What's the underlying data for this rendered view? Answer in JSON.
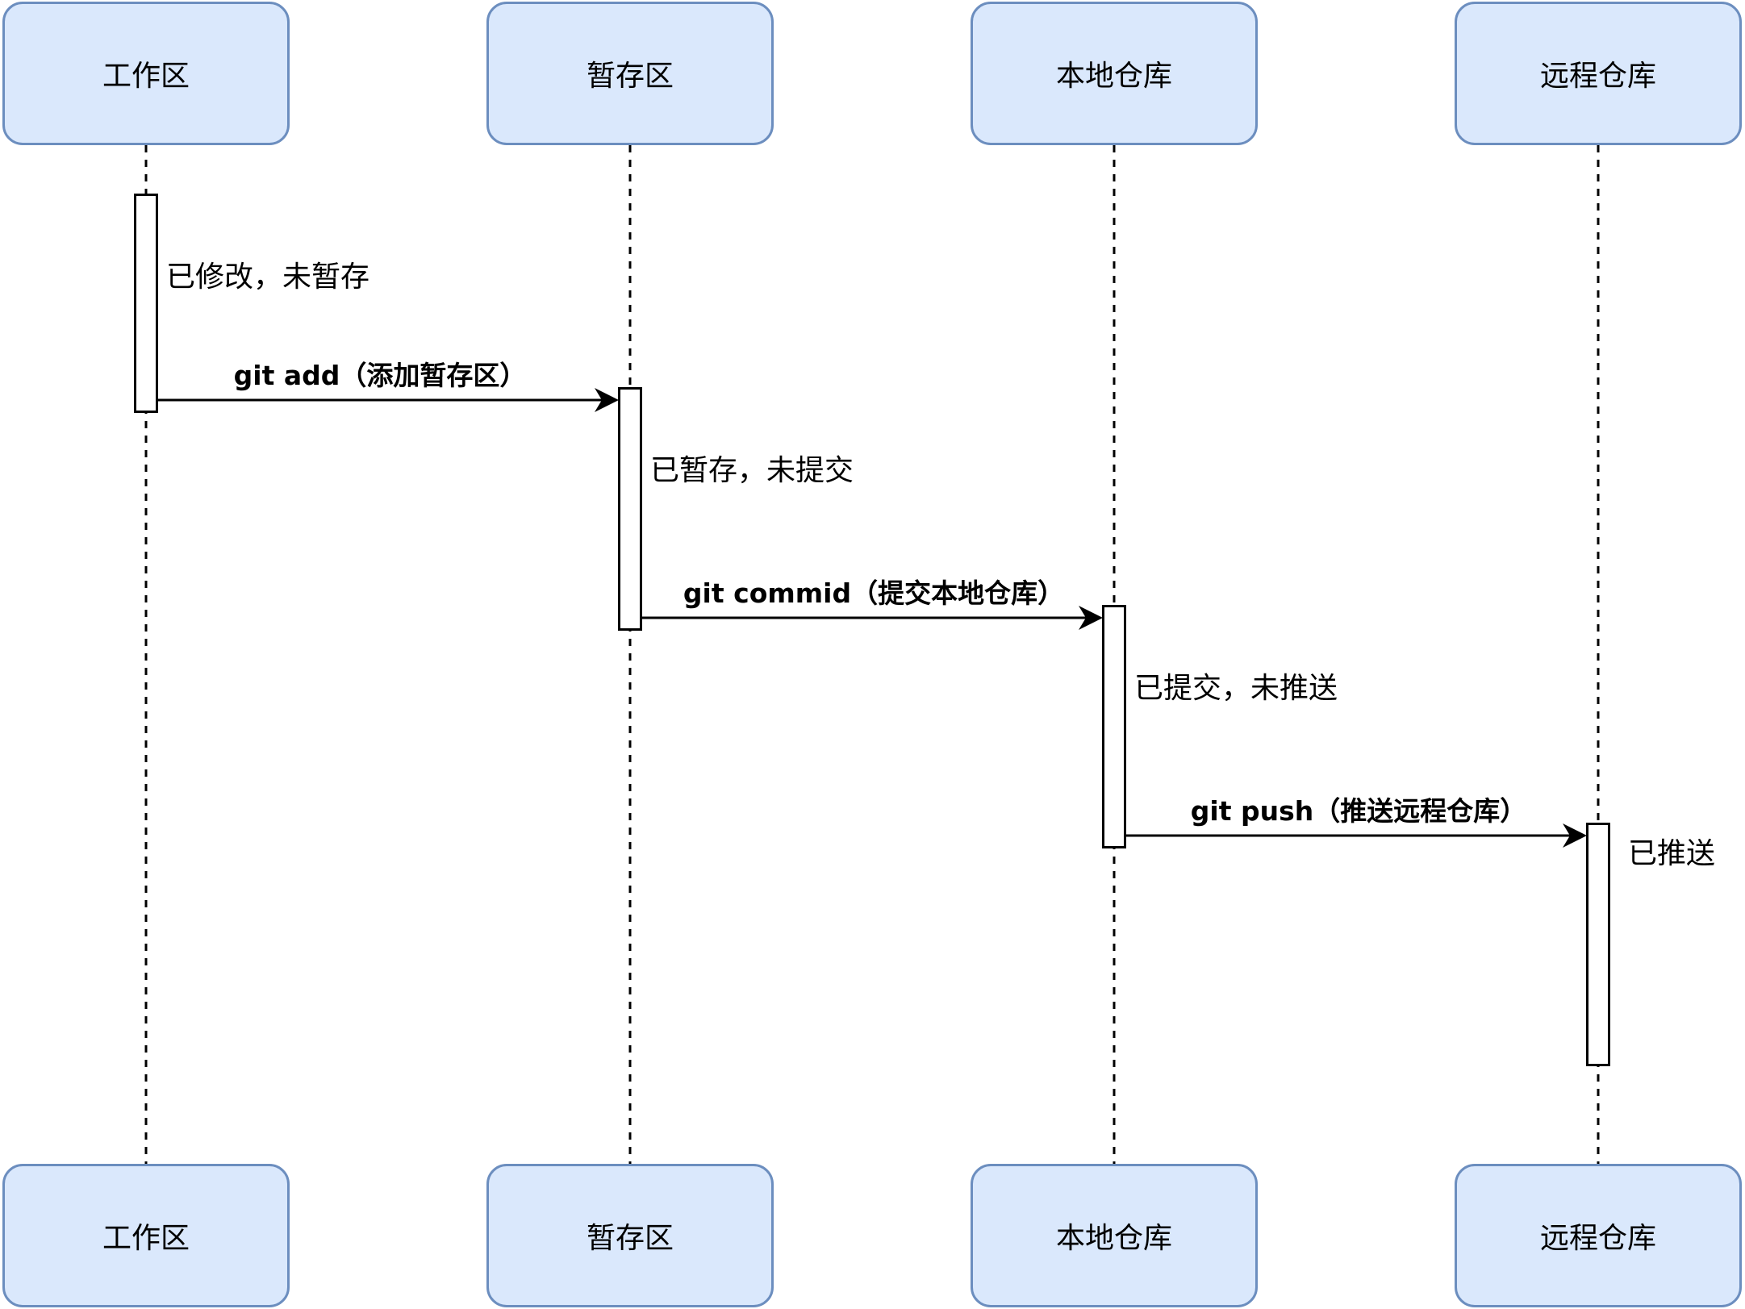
{
  "participants": [
    {
      "label": "工作区"
    },
    {
      "label": "暂存区"
    },
    {
      "label": "本地仓库"
    },
    {
      "label": "远程仓库"
    }
  ],
  "states": [
    {
      "participant": 0,
      "label": "已修改，未暂存"
    },
    {
      "participant": 1,
      "label": "已暂存，未提交"
    },
    {
      "participant": 2,
      "label": "已提交，未推送"
    },
    {
      "participant": 3,
      "label": "已推送"
    }
  ],
  "messages": [
    {
      "from": 0,
      "to": 1,
      "label": "git add（添加暂存区）"
    },
    {
      "from": 1,
      "to": 2,
      "label": "git commid（提交本地仓库）"
    },
    {
      "from": 2,
      "to": 3,
      "label": "git push（推送远程仓库）"
    }
  ],
  "colors": {
    "box_fill": "#dae8fc",
    "box_stroke": "#6c8ebf",
    "line": "#000000"
  }
}
